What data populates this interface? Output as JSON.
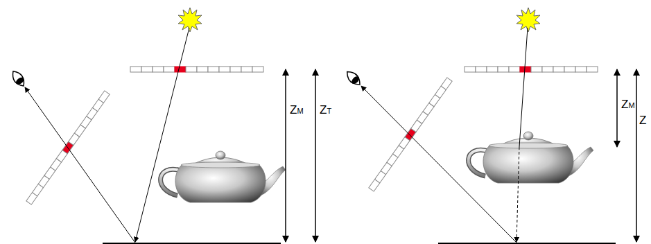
{
  "diagram": {
    "labels": [
      "ZM",
      "ZT",
      "ZM",
      "Z"
    ]
  }
}
